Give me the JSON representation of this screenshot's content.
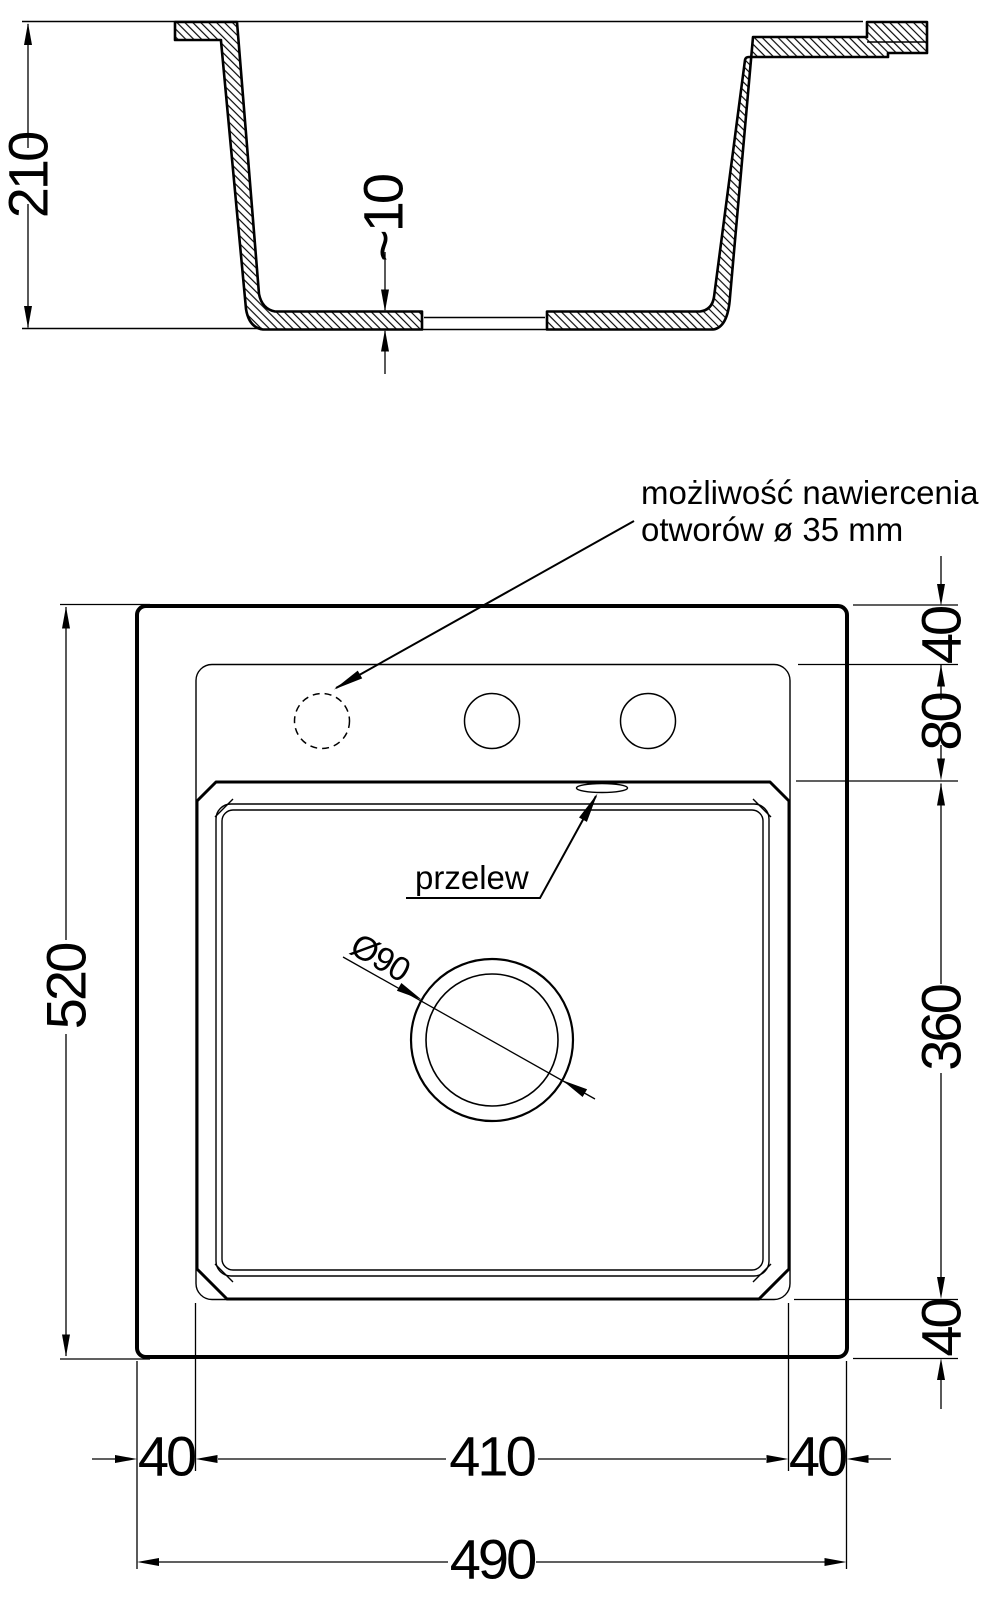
{
  "section": {
    "overall_height": "210",
    "bottom_thickness": "~10"
  },
  "plan": {
    "overall_width": "490",
    "overall_height": "520",
    "rim_offset_top": "40",
    "holes_zone_height": "80",
    "basin_height": "360",
    "rim_offset_bottom": "40",
    "rim_offset_left": "40",
    "basin_width": "410",
    "rim_offset_right": "40",
    "drain_diameter": "Ø90",
    "overflow_label": "przelew"
  },
  "note": {
    "line1": "możliwość nawiercenia",
    "line2": "otworów ø 35 mm"
  }
}
